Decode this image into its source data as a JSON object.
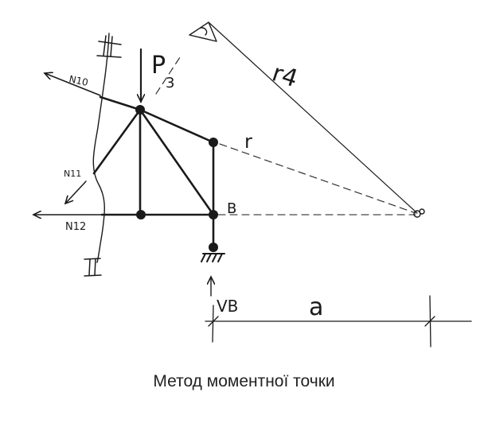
{
  "caption": "Метод моментної точки",
  "labels": {
    "section_top": "II",
    "section_bottom": "II",
    "force_p": "P",
    "force_p_index": "3",
    "n10": "N10",
    "n11": "N11",
    "n12": "N12",
    "support_b": "B",
    "reaction_vb": "VB",
    "r4": "r4",
    "r_small": "r",
    "distance_a": "a"
  },
  "colors": {
    "ink": "#1a1a1a",
    "text": "#222222",
    "background": "#ffffff"
  }
}
